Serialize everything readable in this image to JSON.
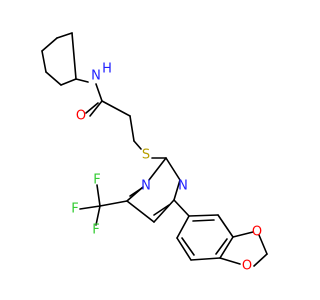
{
  "molecule": {
    "atoms": {
      "nh": "N",
      "h": "H",
      "o_carbonyl": "O",
      "s": "S",
      "n_ring_left": "N",
      "n_ring_right": "N",
      "f_top": "F",
      "f_left": "F",
      "f_bottom": "F",
      "o_dioxole_top": "O",
      "o_dioxole_bottom": "O"
    }
  },
  "colors": {
    "bond": "#000000",
    "nitrogen": "#2020ff",
    "oxygen": "#ff0000",
    "sulfur": "#b8a000",
    "fluorine": "#33cc33"
  }
}
